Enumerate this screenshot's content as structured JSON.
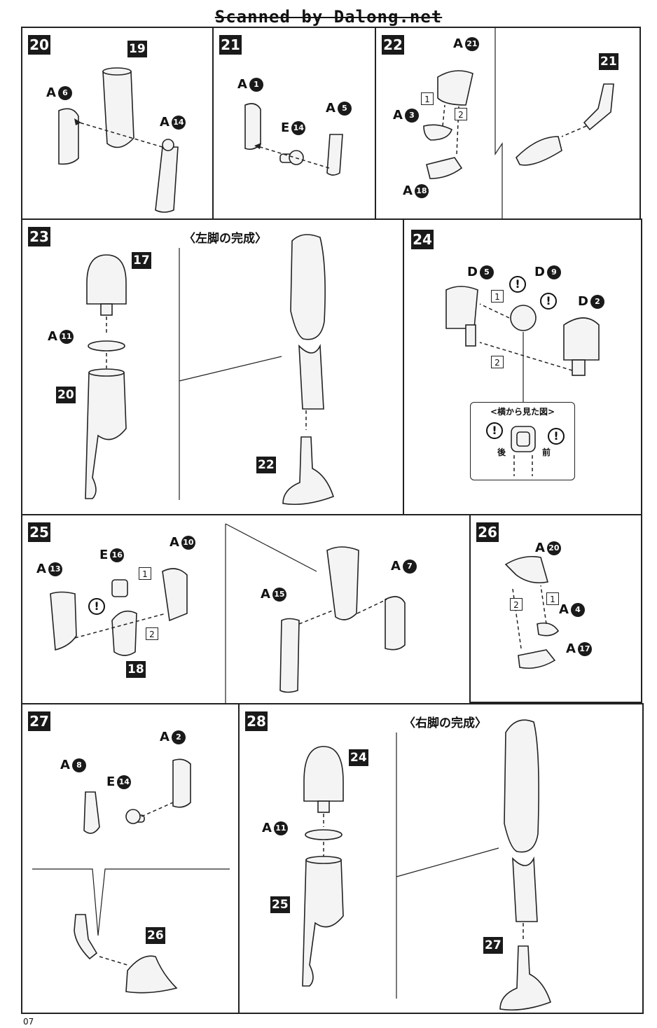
{
  "watermark": "Scanned by Dalong.net",
  "page_number": "07",
  "steps": {
    "s20": {
      "number": "20",
      "parts": {
        "a": "A",
        "a_n": "6",
        "b": "A",
        "b_n": "14",
        "c": "19"
      }
    },
    "s21": {
      "number": "21",
      "parts": {
        "a": "A",
        "a_n": "1",
        "b": "E",
        "b_n": "14",
        "c": "A",
        "c_n": "5"
      }
    },
    "s22": {
      "number": "22",
      "parts": {
        "a": "A",
        "a_n": "21",
        "b": "A",
        "b_n": "3",
        "c": "A",
        "c_n": "18",
        "d": "21"
      },
      "order1": "1",
      "order2": "2"
    },
    "s23": {
      "number": "23",
      "caption": "〈左脚の完成〉",
      "parts": {
        "a": "17",
        "b": "A",
        "b_n": "11",
        "c": "20",
        "d": "22"
      }
    },
    "s24": {
      "number": "24",
      "parts": {
        "a": "D",
        "a_n": "5",
        "b": "D",
        "b_n": "9",
        "c": "D",
        "c_n": "2"
      },
      "order1": "1",
      "order2": "2",
      "warn": "!",
      "sideview": {
        "title": "<横から見た図>",
        "back": "後",
        "front": "前"
      }
    },
    "s25": {
      "number": "25",
      "parts": {
        "a": "A",
        "a_n": "13",
        "b": "E",
        "b_n": "16",
        "c": "A",
        "c_n": "10",
        "d": "18",
        "e": "A",
        "e_n": "15",
        "f": "A",
        "f_n": "7"
      },
      "order1": "1",
      "order2": "2",
      "warn": "!"
    },
    "s26": {
      "number": "26",
      "parts": {
        "a": "A",
        "a_n": "20",
        "b": "A",
        "b_n": "4",
        "c": "A",
        "c_n": "17"
      },
      "order1": "1",
      "order2": "2"
    },
    "s27": {
      "number": "27",
      "parts": {
        "a": "A",
        "a_n": "8",
        "b": "A",
        "b_n": "2",
        "c": "E",
        "c_n": "14",
        "d": "26"
      }
    },
    "s28": {
      "number": "28",
      "caption": "〈右脚の完成〉",
      "parts": {
        "a": "24",
        "b": "A",
        "b_n": "11",
        "c": "25",
        "d": "27"
      }
    }
  }
}
